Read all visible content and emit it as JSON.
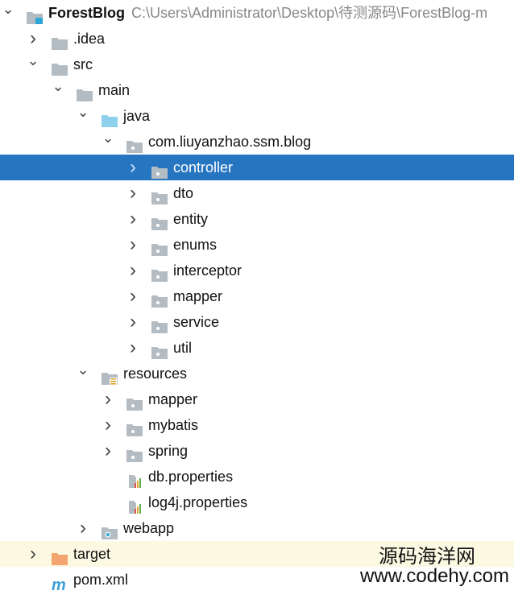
{
  "tree": [
    {
      "level": 0,
      "state": "open",
      "icon": "module-folder-icon",
      "label": "ForestBlog",
      "path": "C:\\Users\\Administrator\\Desktop\\待测源码\\ForestBlog-m",
      "bold": true
    },
    {
      "level": 1,
      "state": "closed",
      "icon": "folder-icon",
      "label": ".idea"
    },
    {
      "level": 1,
      "state": "open",
      "icon": "folder-icon",
      "label": "src"
    },
    {
      "level": 2,
      "state": "open",
      "icon": "folder-icon",
      "label": "main"
    },
    {
      "level": 3,
      "state": "open",
      "icon": "source-folder-icon",
      "label": "java"
    },
    {
      "level": 4,
      "state": "open",
      "icon": "package-icon",
      "label": "com.liuyanzhao.ssm.blog"
    },
    {
      "level": 5,
      "state": "closed",
      "icon": "package-icon",
      "label": "controller",
      "selected": true
    },
    {
      "level": 5,
      "state": "closed",
      "icon": "package-icon",
      "label": "dto"
    },
    {
      "level": 5,
      "state": "closed",
      "icon": "package-icon",
      "label": "entity"
    },
    {
      "level": 5,
      "state": "closed",
      "icon": "package-icon",
      "label": "enums"
    },
    {
      "level": 5,
      "state": "closed",
      "icon": "package-icon",
      "label": "interceptor"
    },
    {
      "level": 5,
      "state": "closed",
      "icon": "package-icon",
      "label": "mapper"
    },
    {
      "level": 5,
      "state": "closed",
      "icon": "package-icon",
      "label": "service"
    },
    {
      "level": 5,
      "state": "closed",
      "icon": "package-icon",
      "label": "util"
    },
    {
      "level": 3,
      "state": "open",
      "icon": "resources-folder-icon",
      "label": "resources"
    },
    {
      "level": 4,
      "state": "closed",
      "icon": "package-icon",
      "label": "mapper"
    },
    {
      "level": 4,
      "state": "closed",
      "icon": "package-icon",
      "label": "mybatis"
    },
    {
      "level": 4,
      "state": "closed",
      "icon": "package-icon",
      "label": "spring"
    },
    {
      "level": 4,
      "state": "leaf",
      "icon": "properties-file-icon",
      "label": "db.properties"
    },
    {
      "level": 4,
      "state": "leaf",
      "icon": "properties-file-icon",
      "label": "log4j.properties"
    },
    {
      "level": 3,
      "state": "closed",
      "icon": "web-folder-icon",
      "label": "webapp"
    },
    {
      "level": 1,
      "state": "closed",
      "icon": "excluded-folder-icon",
      "label": "target",
      "excluded": true
    },
    {
      "level": 1,
      "state": "leaf",
      "icon": "maven-icon",
      "label": "pom.xml"
    }
  ],
  "watermark": {
    "line1": "源码海洋网",
    "line2": "www.codehy.com"
  },
  "colors": {
    "selection": "#2675c0",
    "folder": "#b4bcc3",
    "source_folder": "#8fd0ec",
    "excluded_folder": "#f4a46e",
    "excluded_row": "#fcf9e3"
  }
}
